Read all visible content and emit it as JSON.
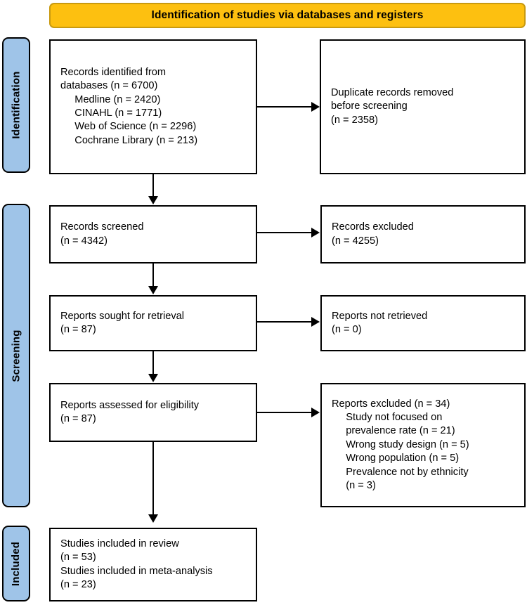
{
  "diagram": {
    "type": "prisma-flow-diagram",
    "banner": {
      "title": "Identification of studies via databases and registers",
      "fill_color": "#FDC010",
      "border_color": "#C89A10"
    },
    "stage_labels": [
      {
        "id": "identification",
        "label": "Identification"
      },
      {
        "id": "screening",
        "label": "Screening"
      },
      {
        "id": "included",
        "label": "Included"
      }
    ],
    "stage_fill_color": "#9FC4E8",
    "stage_border_color": "#000000",
    "boxes": {
      "records_identified": {
        "name": "records-identified",
        "text": "Records identified from\ndatabases (n = 6700)\n     Medline (n = 2420)\n     CINAHL (n = 1771)\n     Web of Science (n = 2296)\n     Cochrane Library (n = 213)"
      },
      "duplicates_removed": {
        "name": "duplicate-records-removed",
        "text": "Duplicate records removed\nbefore screening\n(n = 2358)"
      },
      "records_screened": {
        "name": "records-screened",
        "text": "Records screened\n(n = 4342)"
      },
      "records_excluded": {
        "name": "records-excluded",
        "text": "Records excluded\n(n = 4255)"
      },
      "reports_sought": {
        "name": "reports-sought-for-retrieval",
        "text": "Reports sought for retrieval\n(n = 87)"
      },
      "reports_not_retrieved": {
        "name": "reports-not-retrieved",
        "text": "Reports not retrieved\n(n = 0)"
      },
      "reports_assessed": {
        "name": "reports-assessed-for-eligibility",
        "text": "Reports assessed for eligibility\n(n = 87)"
      },
      "reports_excluded": {
        "name": "reports-excluded",
        "text": "Reports excluded (n = 34)\n     Study not focused on\n     prevalence rate (n = 21)\n     Wrong study design (n = 5)\n     Wrong population (n = 5)\n     Prevalence not by ethnicity\n     (n = 3)"
      },
      "studies_included": {
        "name": "studies-included",
        "text": "Studies included in review\n(n = 53)\nStudies included in meta-analysis\n(n = 23)"
      }
    },
    "counts": {
      "records_identified_total": 6700,
      "medline": 2420,
      "cinahl": 1771,
      "web_of_science": 2296,
      "cochrane_library": 213,
      "duplicates_removed": 2358,
      "records_screened": 4342,
      "records_excluded": 4255,
      "reports_sought": 87,
      "reports_not_retrieved": 0,
      "reports_assessed": 87,
      "reports_excluded_total": 34,
      "excluded_not_focused_prevalence_rate": 21,
      "excluded_wrong_study_design": 5,
      "excluded_wrong_population": 5,
      "excluded_prevalence_not_by_ethnicity": 3,
      "studies_included_review": 53,
      "studies_included_meta_analysis": 23
    }
  }
}
